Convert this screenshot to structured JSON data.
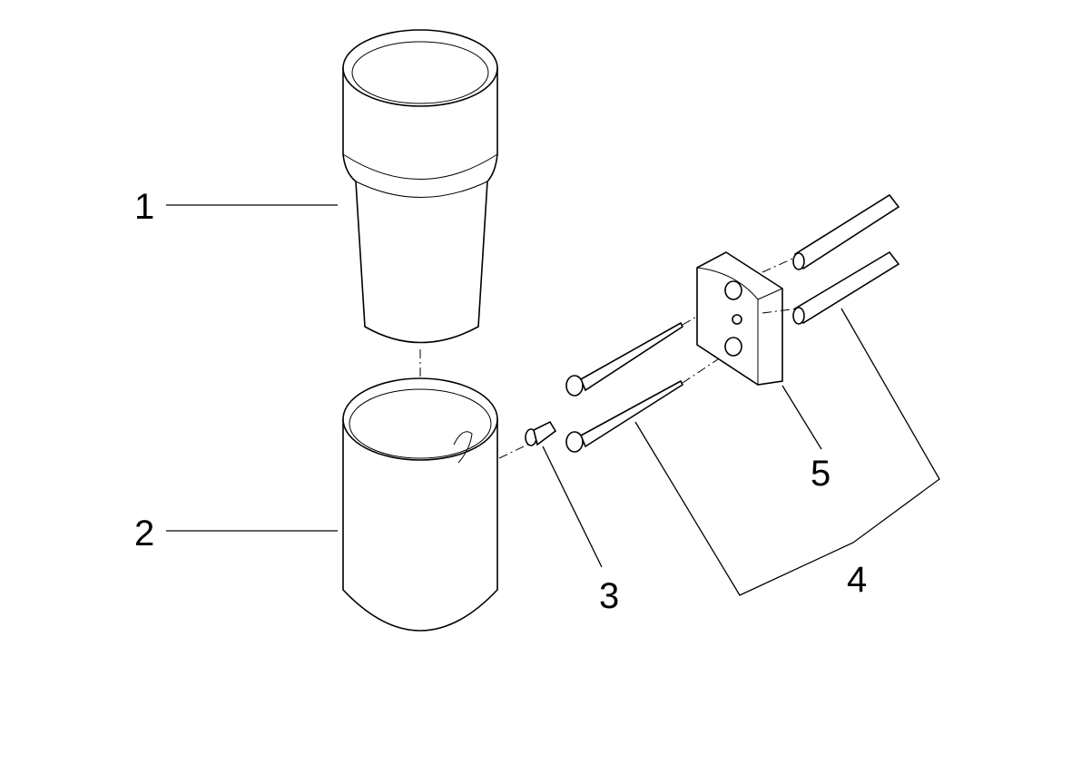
{
  "callouts": [
    {
      "number": "1",
      "part": "glass"
    },
    {
      "number": "2",
      "part": "holder"
    },
    {
      "number": "3",
      "part": "set-screw"
    },
    {
      "number": "4",
      "part": "screws-and-wall-plugs"
    },
    {
      "number": "5",
      "part": "wall-bracket"
    }
  ],
  "colors": {
    "line": "#000000",
    "background": "#ffffff"
  }
}
